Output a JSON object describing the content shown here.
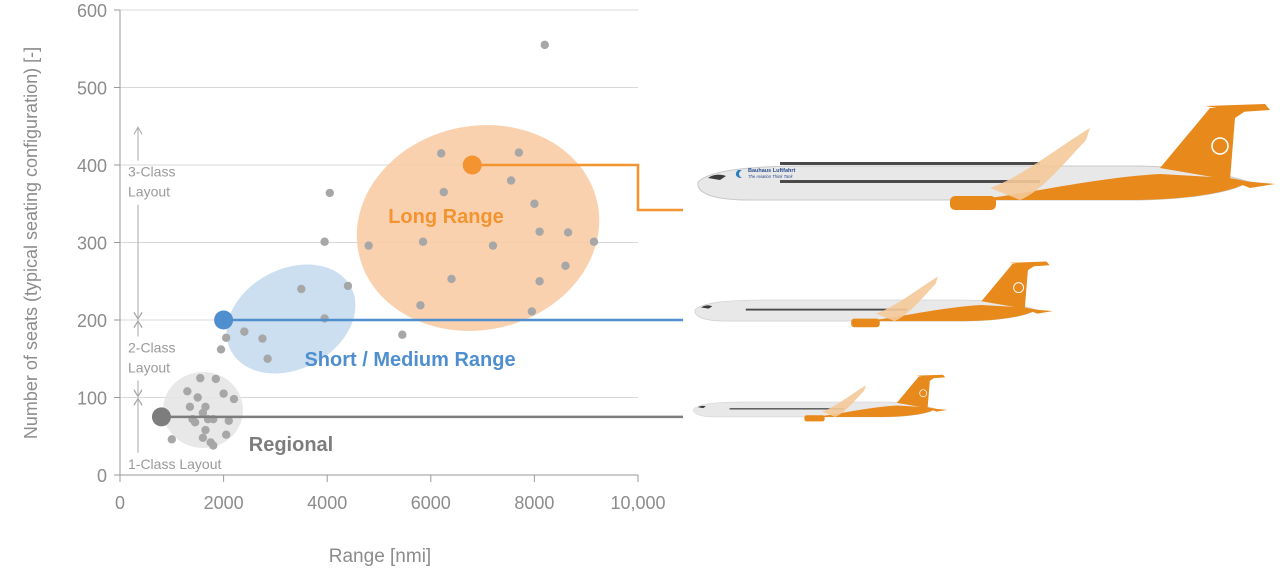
{
  "chart_data": {
    "type": "scatter",
    "xlabel": "Range [nmi]",
    "ylabel": "Number of seats (typical seating configuration) [-]",
    "xlim": [
      0,
      10000
    ],
    "ylim": [
      0,
      600
    ],
    "x_ticks": [
      {
        "value": 0,
        "label": "0"
      },
      {
        "value": 2000,
        "label": "2000"
      },
      {
        "value": 4000,
        "label": "4000"
      },
      {
        "value": 6000,
        "label": "6000"
      },
      {
        "value": 8000,
        "label": "8000"
      },
      {
        "value": 10000,
        "label": "10,000"
      }
    ],
    "y_ticks": [
      {
        "value": 0,
        "label": "0"
      },
      {
        "value": 100,
        "label": "100"
      },
      {
        "value": 200,
        "label": "200"
      },
      {
        "value": 300,
        "label": "300"
      },
      {
        "value": 400,
        "label": "400"
      },
      {
        "value": 500,
        "label": "500"
      },
      {
        "value": 600,
        "label": "600"
      }
    ],
    "grid": "horizontal",
    "points": [
      {
        "x": 1000,
        "y": 46
      },
      {
        "x": 1300,
        "y": 108
      },
      {
        "x": 1350,
        "y": 88
      },
      {
        "x": 1400,
        "y": 72
      },
      {
        "x": 1450,
        "y": 68
      },
      {
        "x": 1500,
        "y": 100
      },
      {
        "x": 1550,
        "y": 125
      },
      {
        "x": 1600,
        "y": 48
      },
      {
        "x": 1600,
        "y": 80
      },
      {
        "x": 1650,
        "y": 88
      },
      {
        "x": 1650,
        "y": 58
      },
      {
        "x": 1700,
        "y": 72
      },
      {
        "x": 1750,
        "y": 42
      },
      {
        "x": 1800,
        "y": 72
      },
      {
        "x": 1800,
        "y": 38
      },
      {
        "x": 1850,
        "y": 124
      },
      {
        "x": 2000,
        "y": 105
      },
      {
        "x": 2050,
        "y": 52
      },
      {
        "x": 2100,
        "y": 70
      },
      {
        "x": 2200,
        "y": 98
      },
      {
        "x": 1950,
        "y": 162
      },
      {
        "x": 2050,
        "y": 177
      },
      {
        "x": 2400,
        "y": 185
      },
      {
        "x": 2750,
        "y": 176
      },
      {
        "x": 2850,
        "y": 150
      },
      {
        "x": 3500,
        "y": 240
      },
      {
        "x": 3950,
        "y": 202
      },
      {
        "x": 3950,
        "y": 301
      },
      {
        "x": 4050,
        "y": 364
      },
      {
        "x": 4400,
        "y": 244
      },
      {
        "x": 4800,
        "y": 296
      },
      {
        "x": 5450,
        "y": 181
      },
      {
        "x": 5800,
        "y": 219
      },
      {
        "x": 5850,
        "y": 301
      },
      {
        "x": 6200,
        "y": 415
      },
      {
        "x": 6250,
        "y": 365
      },
      {
        "x": 6400,
        "y": 253
      },
      {
        "x": 7200,
        "y": 296
      },
      {
        "x": 7550,
        "y": 380
      },
      {
        "x": 7700,
        "y": 416
      },
      {
        "x": 7950,
        "y": 211
      },
      {
        "x": 8000,
        "y": 350
      },
      {
        "x": 8100,
        "y": 314
      },
      {
        "x": 8100,
        "y": 250
      },
      {
        "x": 8200,
        "y": 555
      },
      {
        "x": 8600,
        "y": 270
      },
      {
        "x": 8650,
        "y": 313
      },
      {
        "x": 9150,
        "y": 301
      }
    ],
    "groups": [
      {
        "name": "Long Range",
        "color": "#f39431",
        "fill": "#f9cca5",
        "marker": {
          "x": 6800,
          "y": 400
        }
      },
      {
        "name": "Short / Medium Range",
        "color": "#4f8fcf",
        "fill": "#c7dcf0",
        "marker": {
          "x": 2000,
          "y": 200
        }
      },
      {
        "name": "Regional",
        "color": "#7d7d7d",
        "fill": "#e5e5e5",
        "marker": {
          "x": 800,
          "y": 75
        }
      }
    ],
    "class_layout": [
      {
        "label_lines": [
          "3-Class",
          "Layout"
        ],
        "range": [
          200,
          450
        ]
      },
      {
        "label_lines": [
          "2-Class",
          "Layout"
        ],
        "range": [
          100,
          200
        ]
      },
      {
        "label_lines": [
          "1-Class Layout"
        ],
        "range": [
          0,
          100
        ]
      }
    ]
  },
  "aircraft": [
    {
      "group": "Long Range",
      "livery_title": "Bauhaus Luftfahrt",
      "livery_sub": "The Aviation Think Tank"
    },
    {
      "group": "Short / Medium Range"
    },
    {
      "group": "Regional"
    }
  ],
  "colors": {
    "point": "#a7a7a7",
    "axis_text": "#8c8c8c",
    "grid": "#d8d8d8",
    "body": "#e8e8e8",
    "livery": "#e8891b"
  }
}
